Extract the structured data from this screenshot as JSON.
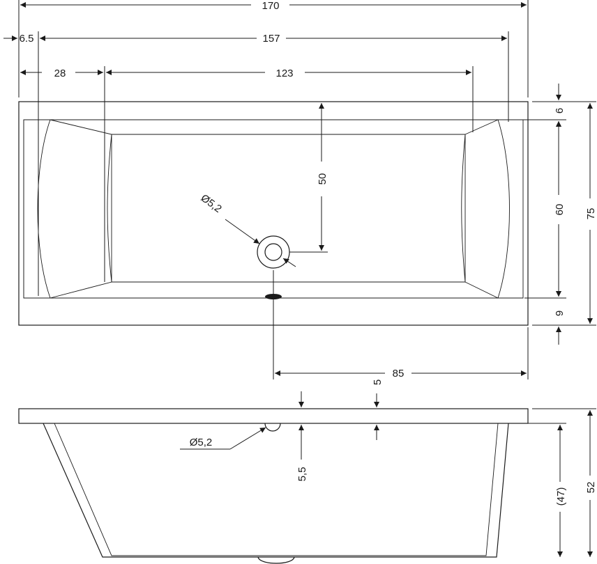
{
  "plan": {
    "total_length": "170",
    "inner_length": "157",
    "rim_offset": "6.5",
    "backrest_width": "28",
    "basin_length": "123",
    "drain_depth": "50",
    "drain_diameter": "Ø5,2",
    "drain_offset": "85",
    "top_rim": "6",
    "basin_width": "60",
    "bottom_rim": "9",
    "total_width": "75"
  },
  "section": {
    "rim_thickness": "5",
    "overflow_diameter": "Ø5,2",
    "overflow_offset": "5,5",
    "inner_depth": "(47)",
    "total_height": "52"
  }
}
